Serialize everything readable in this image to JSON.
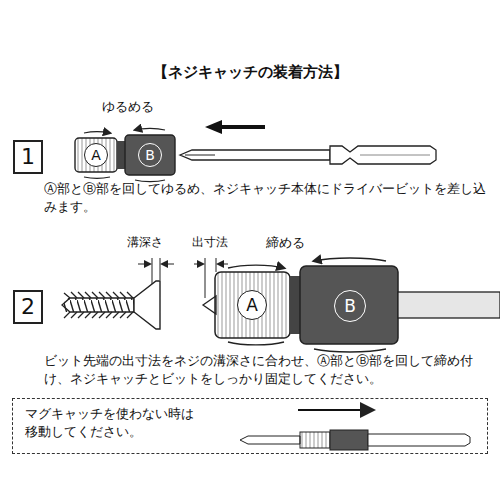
{
  "diagram": {
    "title": "【ネジキャッチの装着方法】",
    "nodes": [
      {
        "text": [
          "1"
        ]
      },
      {
        "text": [
          "A"
        ]
      },
      {
        "text": [
          "B"
        ]
      },
      {
        "text": [
          "2"
        ]
      },
      {
        "text": [
          "A"
        ]
      },
      {
        "text": [
          "B"
        ]
      },
      {
        "text": [
          "マグキャッチを使わない時は 移動してください。"
        ]
      }
    ],
    "labels": [
      "ゆるめる",
      "Ⓐ部とⒷ部を回してゆるめ、ネジキャッチ本体にドライバービットを差し込みます。",
      "溝深さ",
      "出寸法",
      "締める",
      "ビット先端の出寸法をネジの溝深さに合わせ、Ⓐ部とⒷ部を回して締め付け、ネジキャッチとビットをしっかり固定してください。"
    ]
  }
}
